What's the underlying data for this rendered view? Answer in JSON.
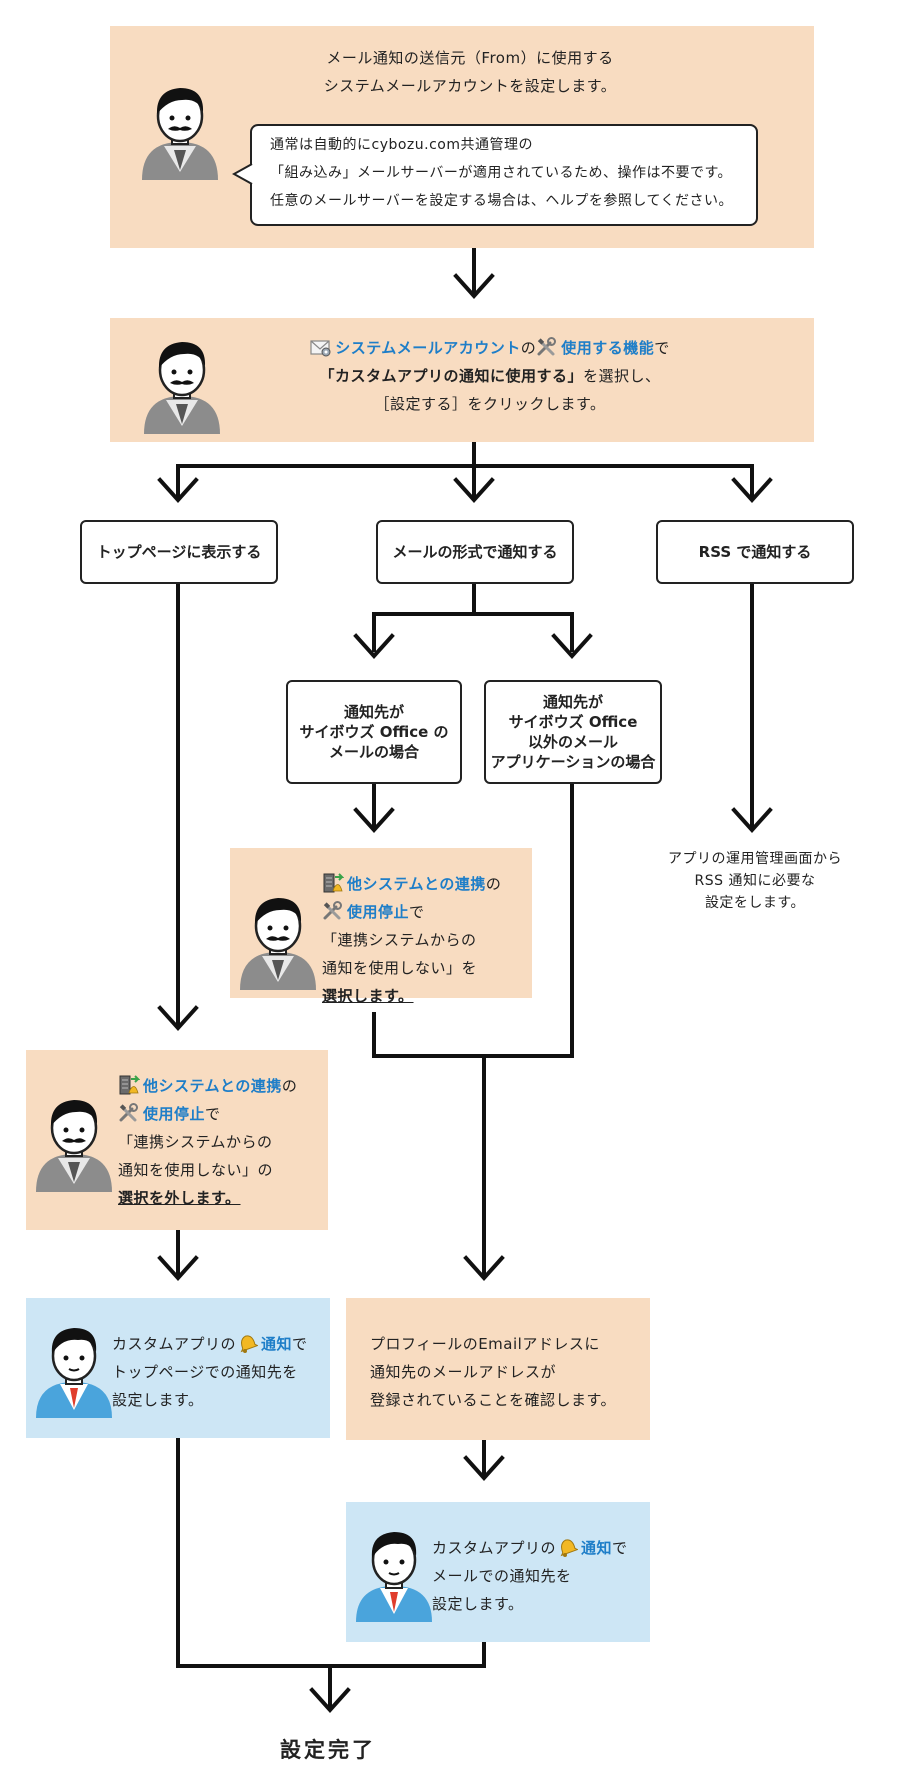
{
  "colors": {
    "peach": "#f8dcc1",
    "blue": "#cde6f5",
    "link": "#1e7ec8",
    "line": "#111111"
  },
  "step1": {
    "lines": [
      "メール通知の送信元（From）に使用する",
      "システムメールアカウントを設定します。"
    ],
    "bubble": [
      "通常は自動的にcybozu.com共通管理の",
      "「組み込み」メールサーバーが適用されているため、操作は不要です。",
      "任意のメールサーバーを設定する場合は、ヘルプを参照してください。"
    ]
  },
  "step2": {
    "link1": "システムメールアカウント",
    "no": "の",
    "link2": "使用する機能",
    "de": "で",
    "bold": "「カスタムアプリの通知に使用する」",
    "select": "を選択し、",
    "line3": "［設定する］をクリックします。"
  },
  "branches": {
    "top": "トップページに表示する",
    "mail": "メールの形式で通知する",
    "rss": "RSS で通知する"
  },
  "sub": {
    "office": [
      "通知先が",
      "サイボウズ Office の",
      "メールの場合"
    ],
    "other": [
      "通知先が",
      "サイボウズ Office",
      "以外のメール",
      "アプリケーションの場合"
    ]
  },
  "rss_note": [
    "アプリの運用管理画面から",
    "RSS 通知に必要な",
    "設定をします。"
  ],
  "stop_select": {
    "link1": "他システムとの連携",
    "no": "の",
    "link2": "使用停止",
    "de": "で",
    "line3": "「連携システムからの",
    "line4": "通知を使用しない」を",
    "line5": "選択します。"
  },
  "stop_unselect": {
    "link1": "他システムとの連携",
    "no": "の",
    "link2": "使用停止",
    "de": "で",
    "line3": "「連携システムからの",
    "line4": "通知を使用しない」の",
    "line5": "選択を外します。"
  },
  "notify_top": {
    "prefix": "カスタムアプリの",
    "link": "通知",
    "de": "で",
    "line2": "トップページでの通知先を",
    "line3": "設定します。"
  },
  "profile": [
    "プロフィールのEmailアドレスに",
    "通知先のメールアドレスが",
    "登録されていることを確認します。"
  ],
  "notify_mail": {
    "prefix": "カスタムアプリの",
    "link": "通知",
    "de": "で",
    "line2": "メールでの通知先を",
    "line3": "設定します。"
  },
  "done": "設定完了",
  "icons": {
    "admin": "admin-avatar-icon",
    "user": "user-avatar-icon",
    "mail": "mail-gear-icon",
    "tools": "tools-icon",
    "link": "server-link-icon",
    "bell": "bell-icon"
  }
}
